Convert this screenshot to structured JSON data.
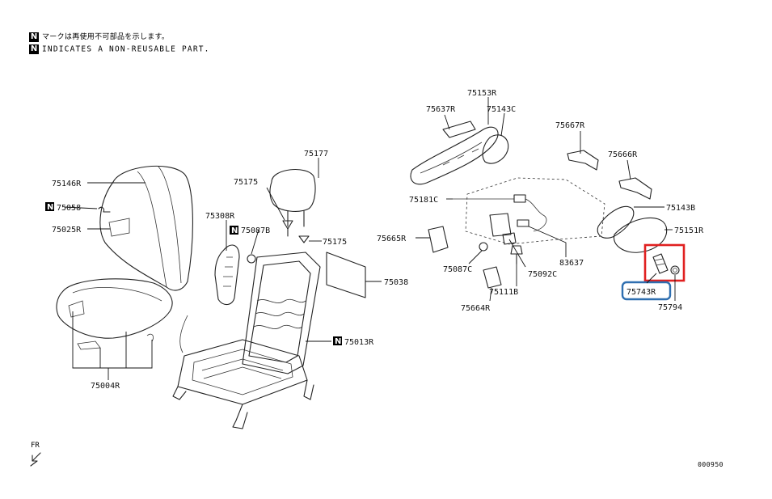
{
  "notes": {
    "symbol": "N",
    "japanese": "マークは再使用不可部品を示します。",
    "english": "INDICATES A NON-REUSABLE PART."
  },
  "parts": {
    "p75146R": "75146R",
    "p75058": "75058",
    "p75025R": "75025R",
    "p75004R": "75004R",
    "p75308R": "75308R",
    "p75087B": "75087B",
    "p75175a": "75175",
    "p75175b": "75175",
    "p75177": "75177",
    "p75038": "75038",
    "p75013R": "75013R",
    "p75637R": "75637R",
    "p75153R": "75153R",
    "p75143C": "75143C",
    "p75667R": "75667R",
    "p75666R": "75666R",
    "p75181C": "75181C",
    "p75143B": "75143B",
    "p75151R": "75151R",
    "p75665R": "75665R",
    "p75087C": "75087C",
    "p83637": "83637",
    "p75092C": "75092C",
    "p75111B": "75111B",
    "p75664R": "75664R",
    "p75743R": "75743R",
    "p75794": "75794"
  },
  "orientation_label": "FR",
  "drawing_code": "000950",
  "highlight": {
    "box_color": "#e02020",
    "label_box_color": "#2f6fb0"
  }
}
